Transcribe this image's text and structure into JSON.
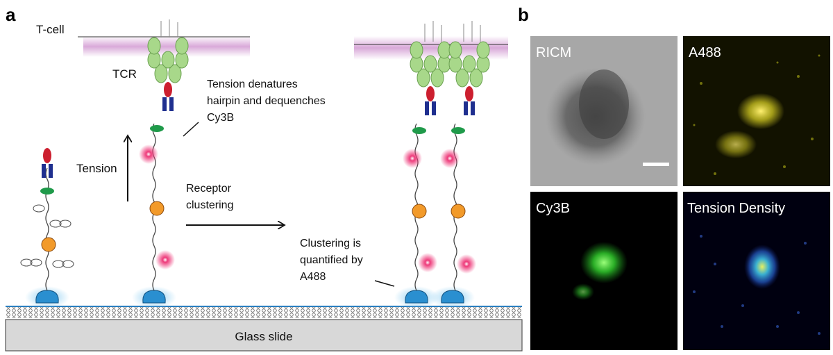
{
  "panel_a": {
    "letter": "a",
    "tcell_label": "T-cell",
    "tcr_label": "TCR",
    "tension_label": "Tension",
    "tension_note_lines": [
      "Tension denatures",
      "hairpin and dequenches",
      "Cy3B"
    ],
    "clustering_arrow_lines": [
      "Receptor",
      "clustering"
    ],
    "clustering_note_lines": [
      "Clustering is",
      "quantified by",
      "A488"
    ],
    "slide_label": "Glass slide"
  },
  "panel_b": {
    "letter": "b",
    "images": [
      {
        "label": "RICM",
        "style": "grayscale"
      },
      {
        "label": "A488",
        "style": "yellow-fluorescence"
      },
      {
        "label": "Cy3B",
        "style": "green-fluorescence"
      },
      {
        "label": "Tension Density",
        "style": "blue-heatmap"
      }
    ]
  },
  "colors": {
    "membrane": "#d9a9d9",
    "tcr_green": "#a8d88a",
    "antigen_red": "#cc1f2f",
    "receptor_blue": "#1f2f8f",
    "quencher_green": "#1f9a4a",
    "gold_particle": "#f29a2a",
    "dye_pink": "#ee3a7a",
    "anchor_blue": "#2a8fd0",
    "slide_gray": "#d8d8d8"
  }
}
